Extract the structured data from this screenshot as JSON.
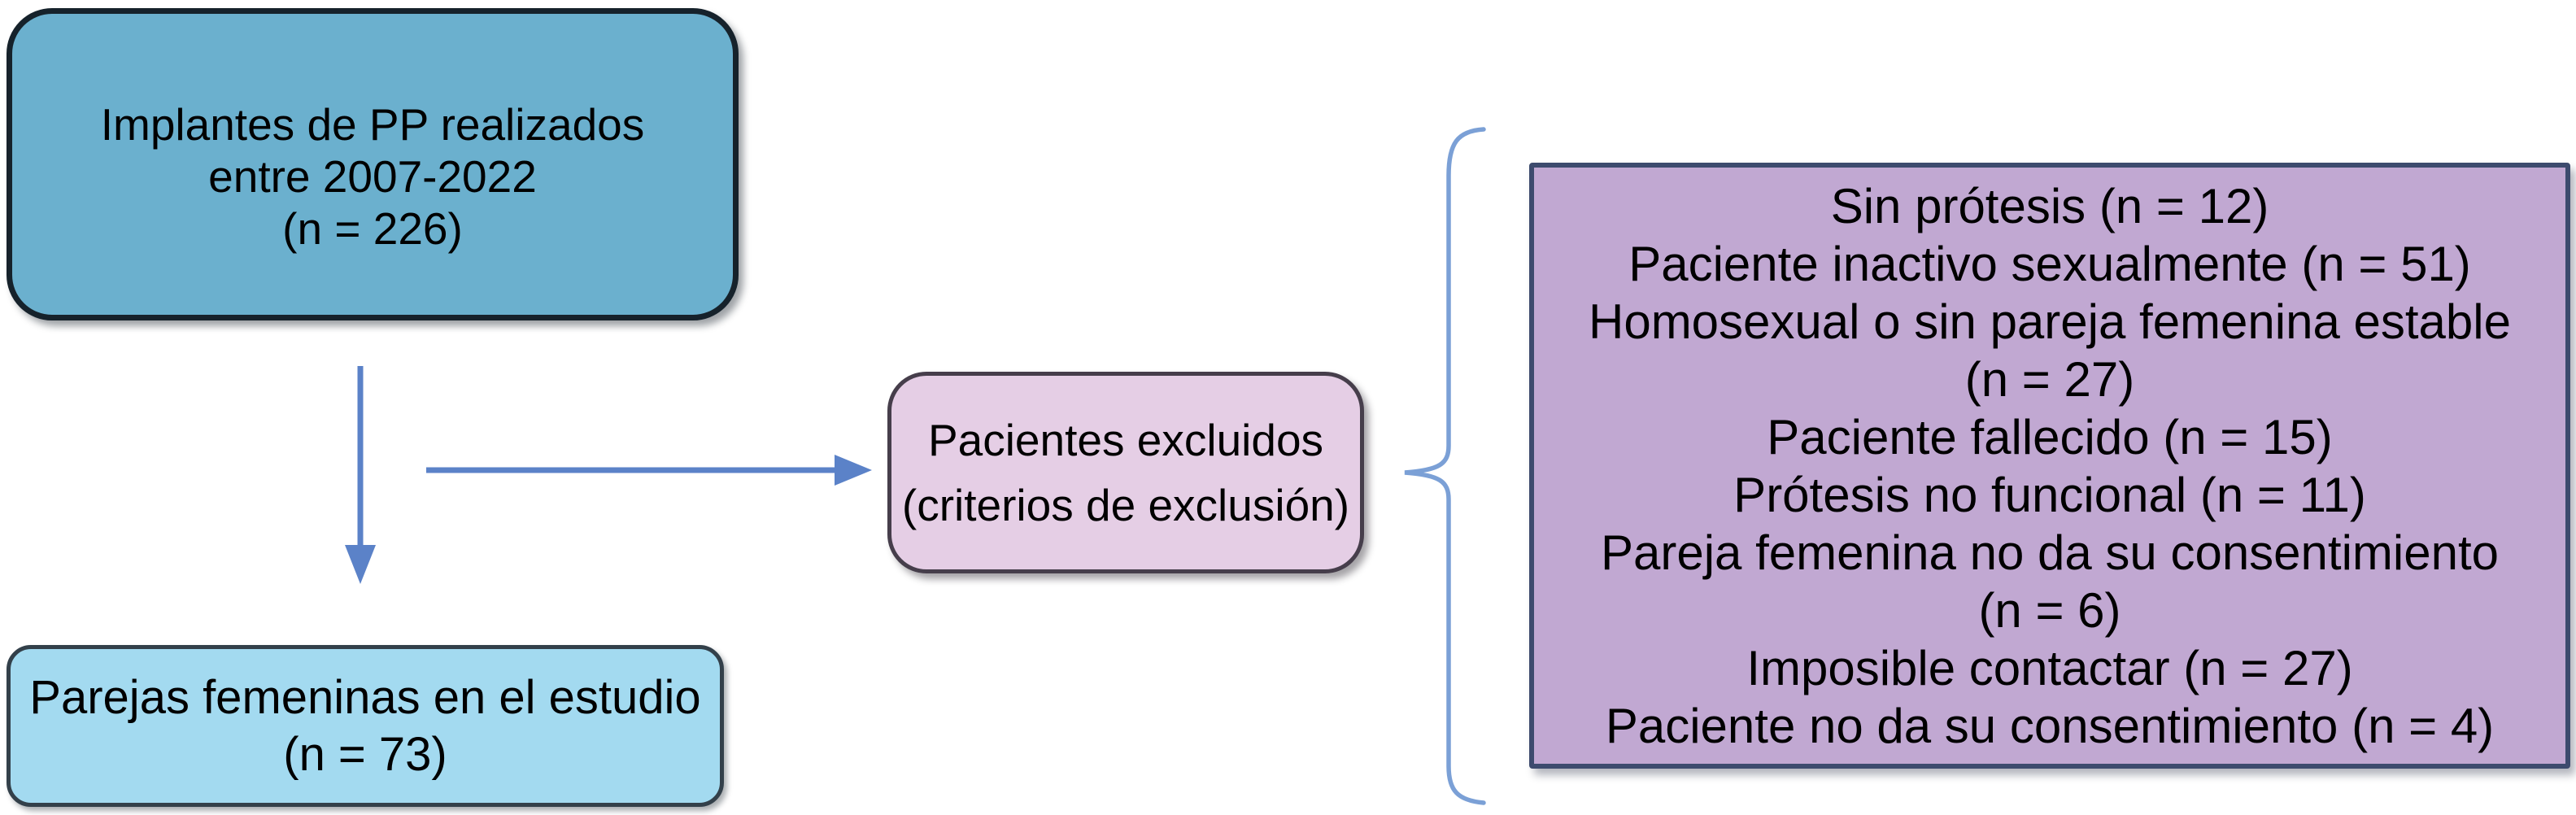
{
  "figure": {
    "type": "patient-flow-diagram",
    "background": "#ffffff"
  },
  "boxes": {
    "implants": {
      "lines": [
        "Implantes de PP realizados",
        "entre 2007-2022",
        "(n = 226)"
      ],
      "fill": "#6BB0CE",
      "border": "#16222B"
    },
    "study": {
      "lines": [
        "Parejas femeninas en el estudio",
        "(n = 73)"
      ],
      "fill": "#A3DAF0",
      "border": "#33404A"
    },
    "excluded": {
      "lines": [
        "Pacientes excluidos",
        "(criterios de exclusión)"
      ],
      "fill": "#E5CEE5",
      "border": "#463E4B"
    },
    "reasons": {
      "lines": [
        "Sin prótesis (n = 12)",
        "Paciente inactivo sexualmente (n = 51)",
        "Homosexual o sin pareja femenina estable",
        "(n = 27)",
        "Paciente fallecido (n = 15)",
        "Prótesis no funcional (n = 11)",
        "Pareja femenina no da su consentimiento",
        "(n = 6)",
        "Imposible contactar (n = 27)",
        "Paciente no da su consentimiento (n = 4)"
      ],
      "fill": "#C1A8D2",
      "border": "#3D4B6E"
    }
  },
  "connectors": {
    "arrow_color": "#5B82C8",
    "brace_color": "#7BA0D6"
  }
}
